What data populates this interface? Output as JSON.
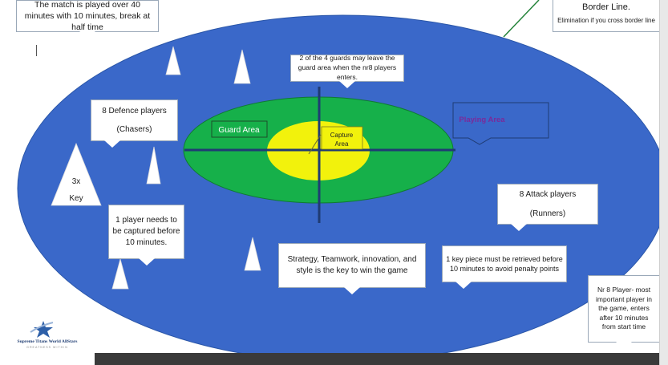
{
  "colors": {
    "playing_area": "#3a68c9",
    "guard_area": "#16b04a",
    "capture_area": "#f2f20c",
    "line": "#1f3b73",
    "border_line_stroke": "#24833a",
    "playing_area_label": "#7a2a9a",
    "logo_star": "#2d5fa8",
    "logo_text": "#1e3c72"
  },
  "rules": {
    "match_duration": "The match is played over 40 minutes with 10 minutes, break at half time",
    "border_title": "Border Line.",
    "border_note": "Elimination if you cross border line",
    "guards_leave": "2 of the 4 guards may leave the guard area when the nr8 players enters.",
    "capture_before": "1 player needs to be captured before 10 minutes.",
    "strategy": "Strategy, Teamwork, innovation, and style is the key to win the game",
    "key_piece": "1 key piece must be retrieved before 10 minutes to avoid penalty points",
    "nr8_player": "Nr 8 Player- most important player in the game, enters after 10 minutes from start time"
  },
  "teams": {
    "defence_title": "8 Defence players",
    "defence_role": "(Chasers)",
    "attack_title": "8 Attack players",
    "attack_role": "(Runners)"
  },
  "areas": {
    "guard": "Guard Area",
    "capture": "Capture Area",
    "playing": "Playing Area"
  },
  "key": {
    "count": "3x",
    "label": "Key"
  },
  "logo": {
    "name": "Supreme Titans World AllStars",
    "tagline": "GREATNESS WITHIN"
  }
}
